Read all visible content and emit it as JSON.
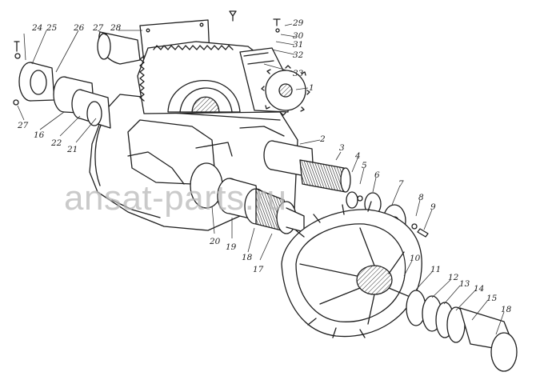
{
  "watermark": "ansat-parts.ru",
  "callouts": [
    "1",
    "2",
    "3",
    "4",
    "5",
    "6",
    "7",
    "8",
    "9",
    "10",
    "11",
    "12",
    "13",
    "14",
    "15",
    "16",
    "17",
    "18",
    "19",
    "20",
    "21",
    "22",
    "16",
    "27",
    "24",
    "25",
    "26",
    "27",
    "28",
    "29",
    "30",
    "31",
    "32",
    "33"
  ]
}
